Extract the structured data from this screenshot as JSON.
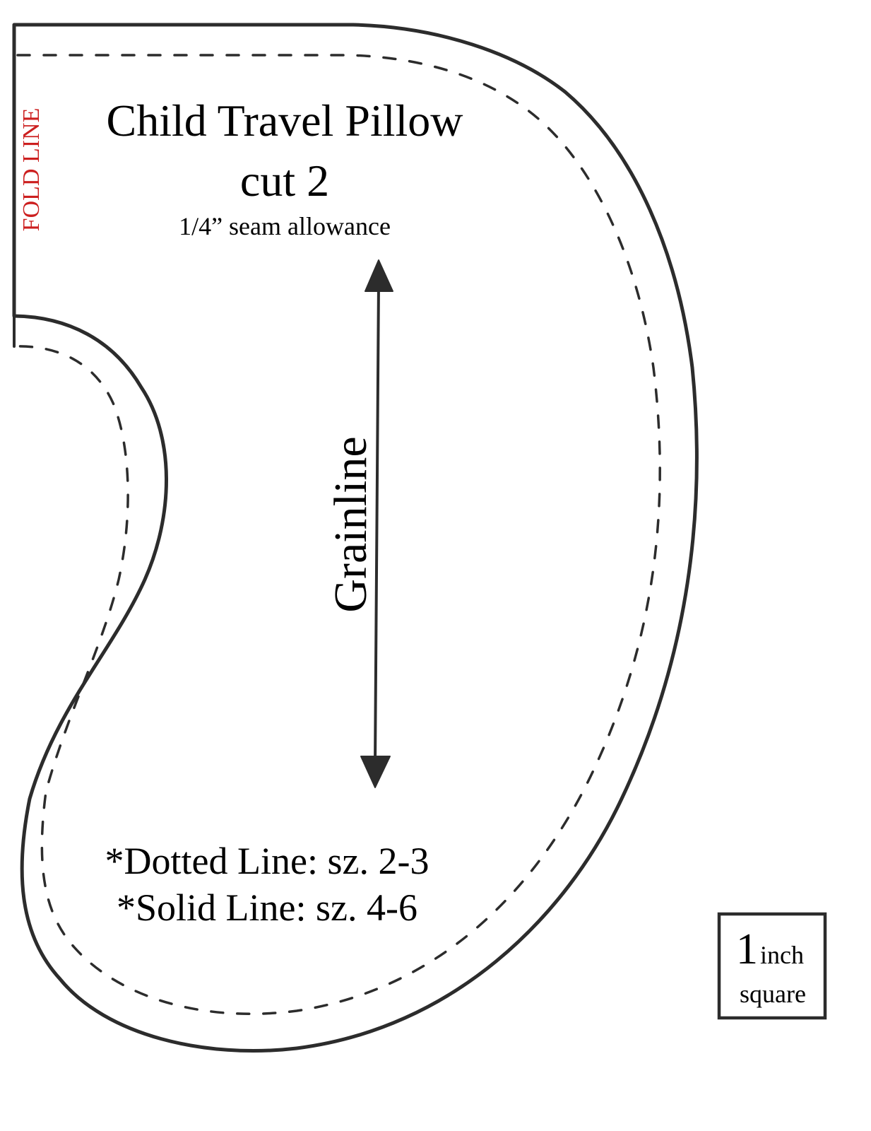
{
  "title": "Child Travel Pillow",
  "cut_instruction": "cut 2",
  "seam_allowance": "1/4” seam allowance",
  "fold_line_label": "FOLD LINE",
  "grainline_label": "Grainline",
  "size_legend": {
    "dotted": "*Dotted Line: sz. 2-3",
    "solid": "*Solid Line: sz. 4-6"
  },
  "scale_box": {
    "number": "1",
    "unit": "inch",
    "shape": "square"
  },
  "icons": {
    "grainline_arrow": "double-headed-arrow"
  },
  "colors": {
    "outline": "#2c2c2c",
    "fold_label": "#cc1f1f",
    "text": "#000000",
    "background": "#ffffff"
  }
}
